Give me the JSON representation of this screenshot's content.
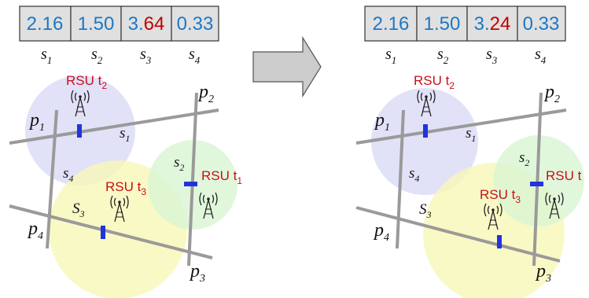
{
  "colors": {
    "value_blue": "#1f77c4",
    "value_red": "#c00000",
    "rsu_red": "#c8101a",
    "road_gray": "#9a9a9a",
    "marker_blue": "#2233dd",
    "arrow_gray": "#cccccc",
    "coverage_t1": "#d9f5d3",
    "coverage_t2": "#dcdcf7",
    "coverage_t3": "#f7f7b8",
    "cell_fill": "#e0e0e0"
  },
  "left_panel": {
    "values": [
      {
        "int": "2.",
        "frac": "16"
      },
      {
        "int": "1.",
        "frac": "50"
      },
      {
        "int": "3.",
        "frac": "64"
      },
      {
        "int": "0.",
        "frac": "33"
      }
    ],
    "highlight_index": 2,
    "segment_labels": [
      {
        "base": "s",
        "sub": "1"
      },
      {
        "base": "s",
        "sub": "2"
      },
      {
        "base": "s",
        "sub": "3"
      },
      {
        "base": "s",
        "sub": "4"
      }
    ],
    "points": [
      {
        "base": "p",
        "sub": "1"
      },
      {
        "base": "p",
        "sub": "2"
      },
      {
        "base": "p",
        "sub": "3"
      },
      {
        "base": "p",
        "sub": "4"
      }
    ],
    "segments_on_map": [
      {
        "base": "s",
        "sub": "1"
      },
      {
        "base": "s",
        "sub": "2"
      },
      {
        "base": "S",
        "sub": "3"
      },
      {
        "base": "s",
        "sub": "4"
      }
    ],
    "rsus": [
      {
        "base": "RSU t",
        "sub": "2"
      },
      {
        "base": "RSU t",
        "sub": "3"
      },
      {
        "base": "RSU t",
        "sub": "1"
      }
    ]
  },
  "right_panel": {
    "values": [
      {
        "int": "2.",
        "frac": "16"
      },
      {
        "int": "1.",
        "frac": "50"
      },
      {
        "int": "3.",
        "frac": "24"
      },
      {
        "int": "0.",
        "frac": "33"
      }
    ],
    "highlight_index": 2,
    "segment_labels": [
      {
        "base": "s",
        "sub": "1"
      },
      {
        "base": "s",
        "sub": "2"
      },
      {
        "base": "s",
        "sub": "3"
      },
      {
        "base": "s",
        "sub": "4"
      }
    ],
    "points": [
      {
        "base": "p",
        "sub": "1"
      },
      {
        "base": "p",
        "sub": "2"
      },
      {
        "base": "p",
        "sub": "3"
      },
      {
        "base": "p",
        "sub": "4"
      }
    ],
    "segments_on_map": [
      {
        "base": "s",
        "sub": "1"
      },
      {
        "base": "s",
        "sub": "2"
      },
      {
        "base": "S",
        "sub": "3"
      },
      {
        "base": "s",
        "sub": "4"
      }
    ],
    "rsus": [
      {
        "base": "RSU t",
        "sub": "2"
      },
      {
        "base": "RSU t",
        "sub": "3"
      },
      {
        "base": "RSU t",
        "sub": ""
      }
    ]
  },
  "arrow": {
    "icon": "right-arrow-icon"
  }
}
